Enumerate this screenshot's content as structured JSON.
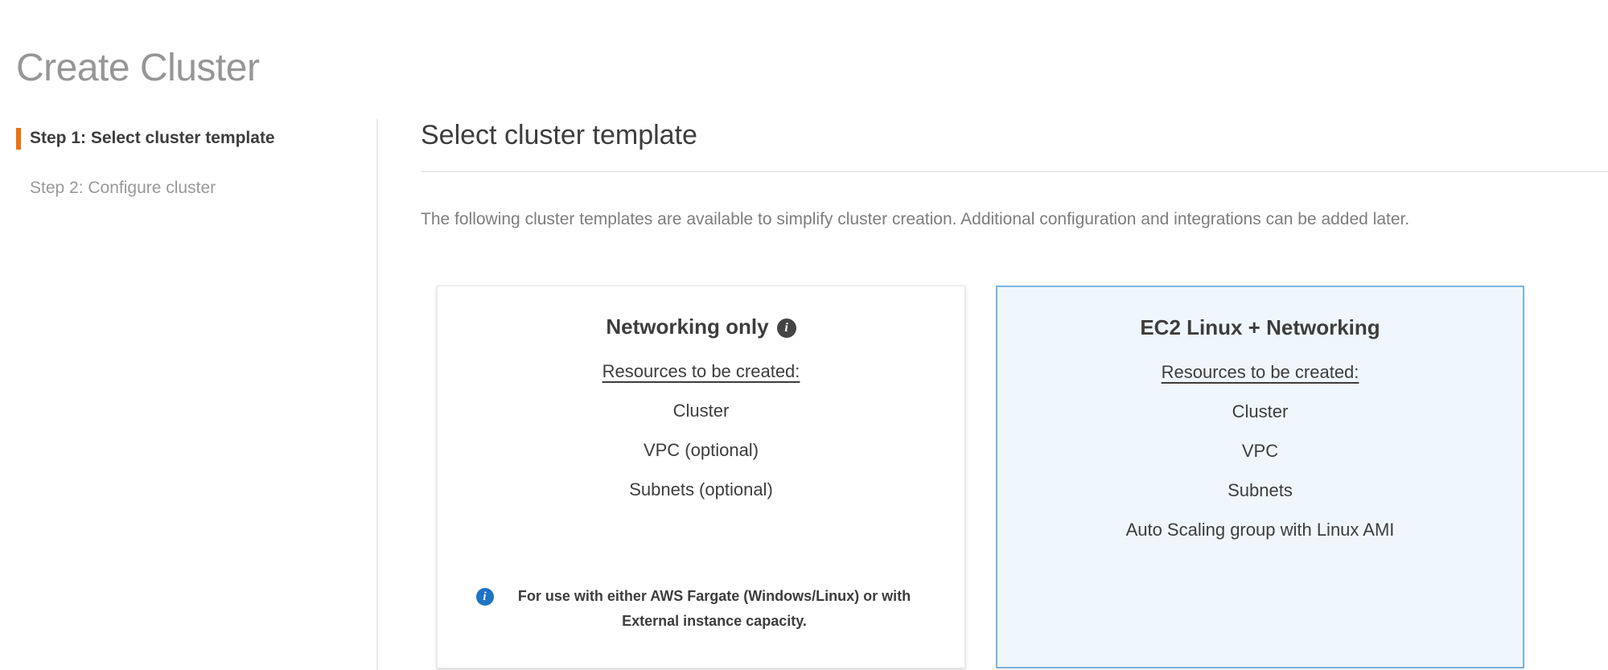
{
  "page": {
    "title": "Create Cluster"
  },
  "sidebar": {
    "steps": [
      {
        "label": "Step 1: Select cluster template",
        "state": "active"
      },
      {
        "label": "Step 2: Configure cluster",
        "state": "inactive"
      }
    ]
  },
  "main": {
    "section_title": "Select cluster template",
    "description": "The following cluster templates are available to simplify cluster creation. Additional configuration and integrations can be added later.",
    "cards": [
      {
        "title": "Networking only",
        "has_info_icon": true,
        "info_icon": "info-circle-icon",
        "resources_label": "Resources to be created:",
        "resources": [
          "Cluster",
          "VPC (optional)",
          "Subnets (optional)"
        ],
        "note": "For use with either AWS Fargate (Windows/Linux) or with External instance capacity.",
        "note_icon": "info-circle-blue-icon",
        "selected": false
      },
      {
        "title": "EC2 Linux + Networking",
        "has_info_icon": false,
        "resources_label": "Resources to be created:",
        "resources": [
          "Cluster",
          "VPC",
          "Subnets",
          "Auto Scaling group with Linux AMI"
        ],
        "note": "",
        "selected": true
      }
    ]
  },
  "colors": {
    "accent_orange": "#ec7211",
    "selected_card_bg": "#eff7fd",
    "selected_card_border": "#7eb4e0",
    "info_blue": "#1f72c4",
    "title_gray": "#969696",
    "text_dark": "#3d3d3d",
    "text_muted": "#7d7d7d"
  }
}
